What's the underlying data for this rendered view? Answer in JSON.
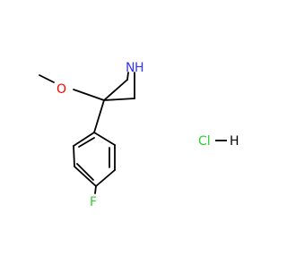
{
  "molecule": {
    "atoms": {
      "nitrogen": "N",
      "hydrogen_on_nitrogen": "H",
      "oxygen": "O",
      "fluorine": "F",
      "chlorine": "Cl",
      "hydrogen_of_hcl": "H"
    },
    "colors": {
      "bond": "#000000",
      "nitrogen": "#3333ff",
      "oxygen": "#ff0000",
      "fluorine": "#33cc33",
      "chlorine": "#33cc33",
      "hydrogen": "#000000"
    }
  }
}
